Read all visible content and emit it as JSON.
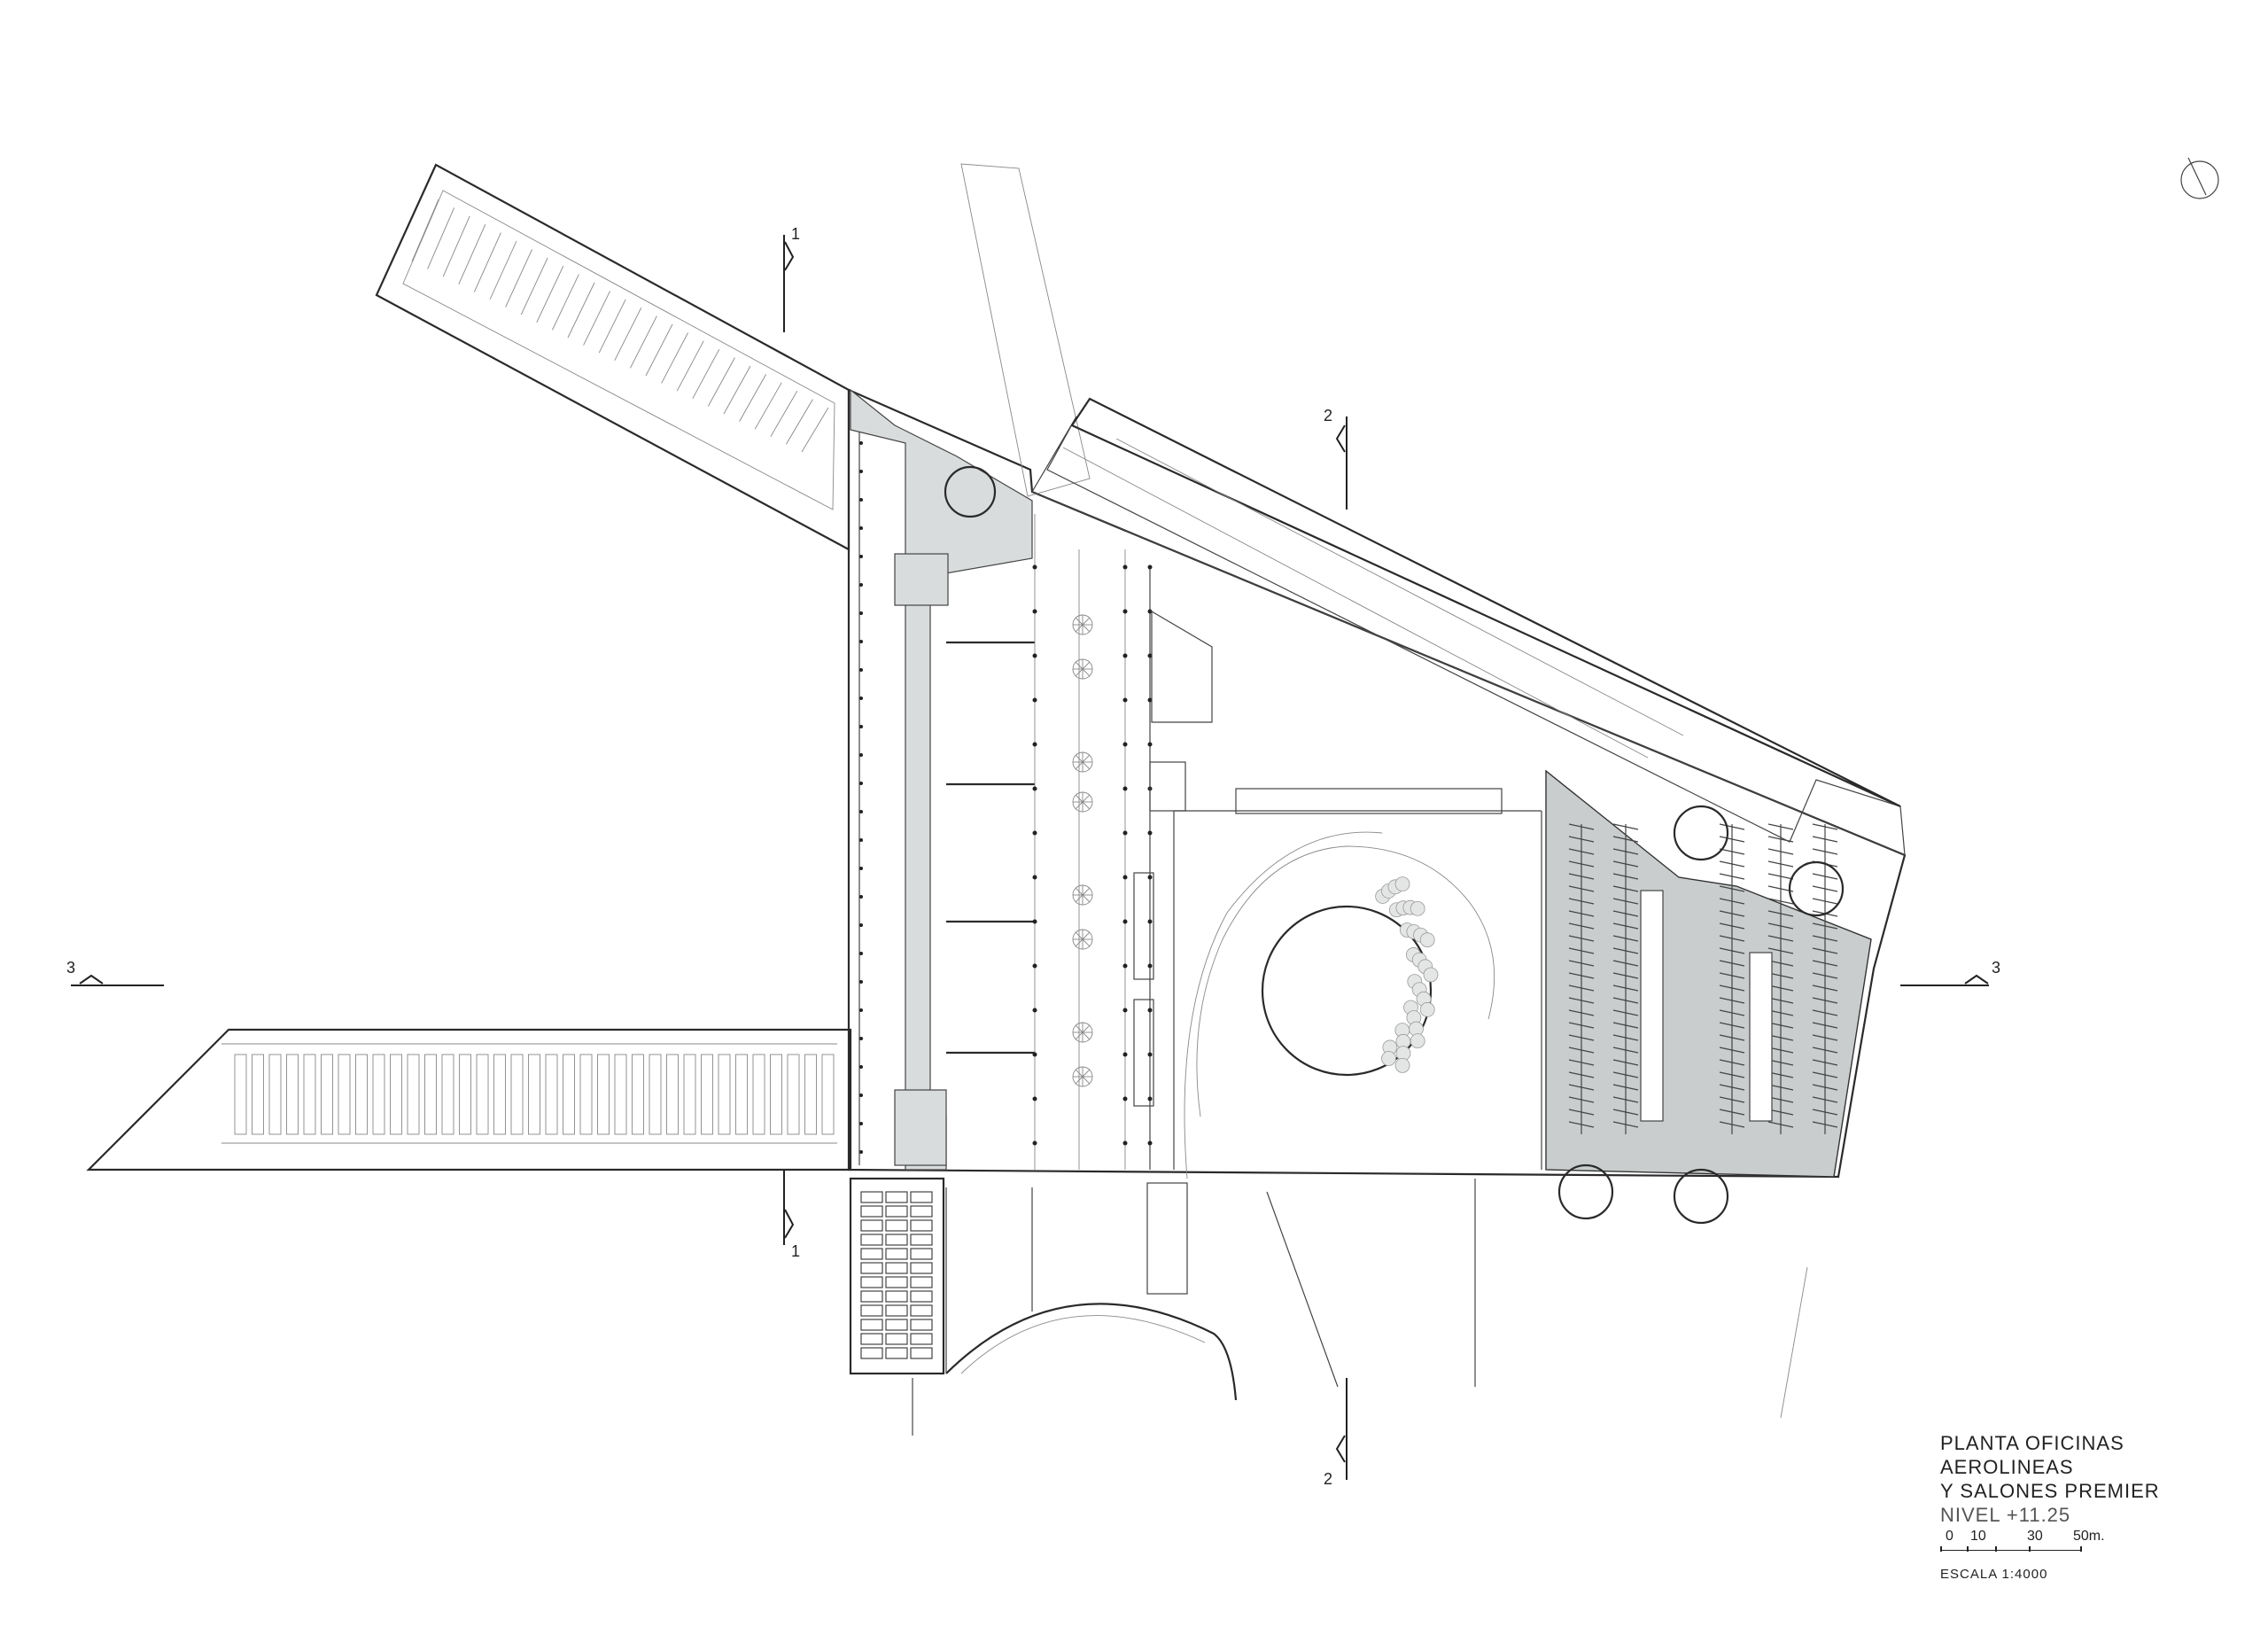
{
  "title": {
    "line1": "PLANTA OFICINAS  AEROLINEAS",
    "line2": "Y SALONES PREMIER",
    "level": "NIVEL  +11.25"
  },
  "scale": {
    "ticks": [
      "0",
      "10",
      "30",
      "50m."
    ],
    "ratio": "ESCALA  1:4000"
  },
  "section_marks": [
    {
      "id": "1",
      "label": "1"
    },
    {
      "id": "2",
      "label": "2"
    },
    {
      "id": "3",
      "label": "3"
    }
  ],
  "colors": {
    "line": "#2a2a2a",
    "fill_service": "#d9dcdc",
    "fill_parking": "#c9cdcd",
    "background": "#ffffff"
  }
}
